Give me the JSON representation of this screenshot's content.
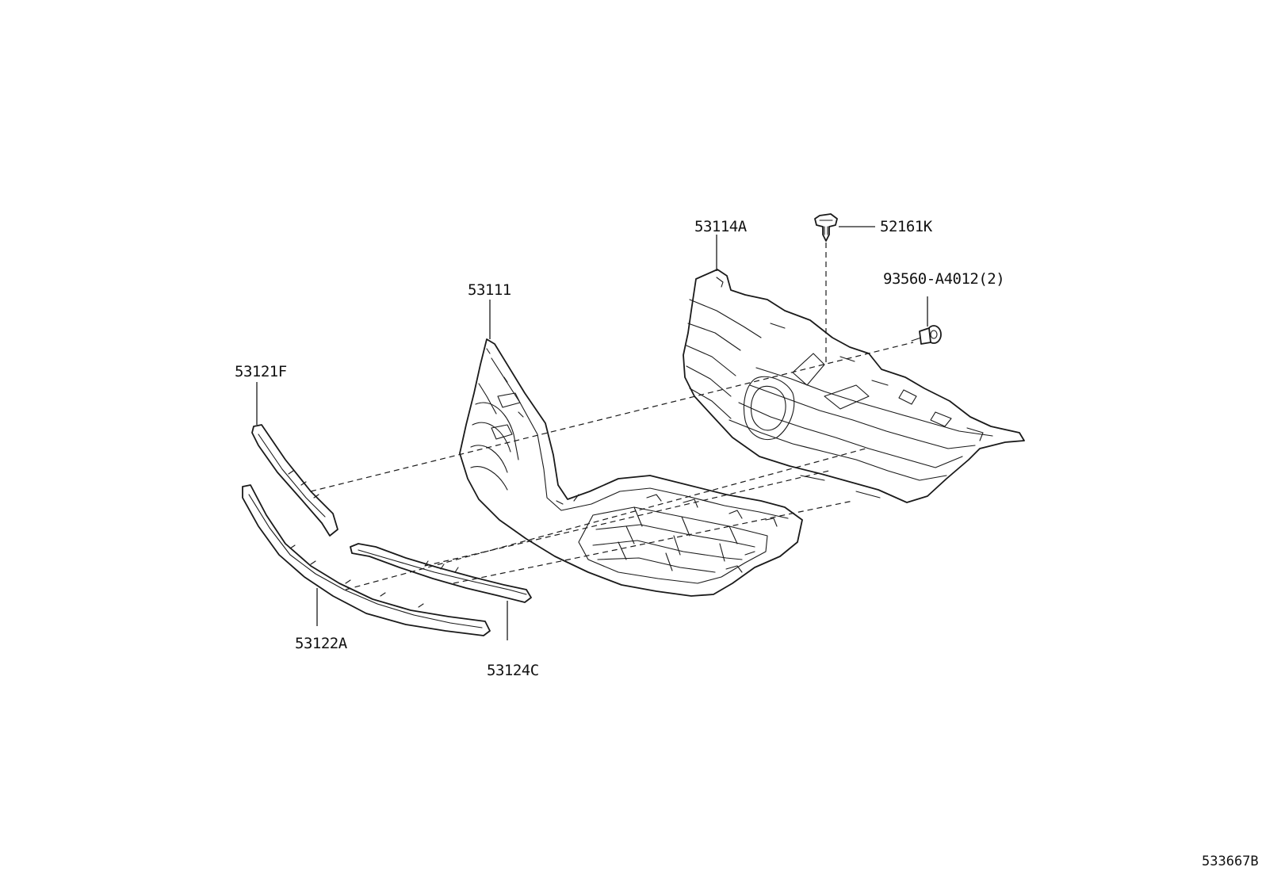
{
  "diagram": {
    "parts": [
      {
        "id": "p53114A",
        "label": "53114A"
      },
      {
        "id": "p52161K",
        "label": "52161K"
      },
      {
        "id": "p93560",
        "label": "93560-A4012(2)"
      },
      {
        "id": "p53111",
        "label": "53111"
      },
      {
        "id": "p53121F",
        "label": "53121F"
      },
      {
        "id": "p53122A",
        "label": "53122A"
      },
      {
        "id": "p53124C",
        "label": "53124C"
      }
    ],
    "reference": "533667B"
  }
}
